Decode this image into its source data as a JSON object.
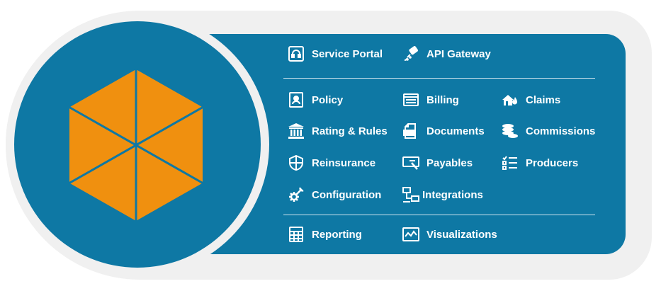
{
  "colors": {
    "brand_blue": "#0e78a4",
    "hex_orange": "#f0900f",
    "backdrop_gray": "#f0f0f0",
    "text_white": "#ffffff"
  },
  "top_row": [
    {
      "label": "Service Portal",
      "icon": "headset-icon"
    },
    {
      "label": "API Gateway",
      "icon": "usb-plug-icon"
    }
  ],
  "modules": [
    {
      "label": "Policy",
      "icon": "policy-document-icon"
    },
    {
      "label": "Billing",
      "icon": "billing-screen-icon"
    },
    {
      "label": "Claims",
      "icon": "house-fire-icon"
    },
    {
      "label": "Rating & Rules",
      "icon": "bank-columns-icon"
    },
    {
      "label": "Documents",
      "icon": "doc-file-icon"
    },
    {
      "label": "Commissions",
      "icon": "coin-stack-icon"
    },
    {
      "label": "Reinsurance",
      "icon": "shield-icon"
    },
    {
      "label": "Payables",
      "icon": "check-pen-icon"
    },
    {
      "label": "Producers",
      "icon": "checklist-icon"
    },
    {
      "label": "Configuration",
      "icon": "gear-wrench-icon"
    },
    {
      "label": "Integrations",
      "icon": "network-computers-icon"
    }
  ],
  "bottom_row": [
    {
      "label": "Reporting",
      "icon": "spreadsheet-icon"
    },
    {
      "label": "Visualizations",
      "icon": "line-chart-icon"
    }
  ]
}
